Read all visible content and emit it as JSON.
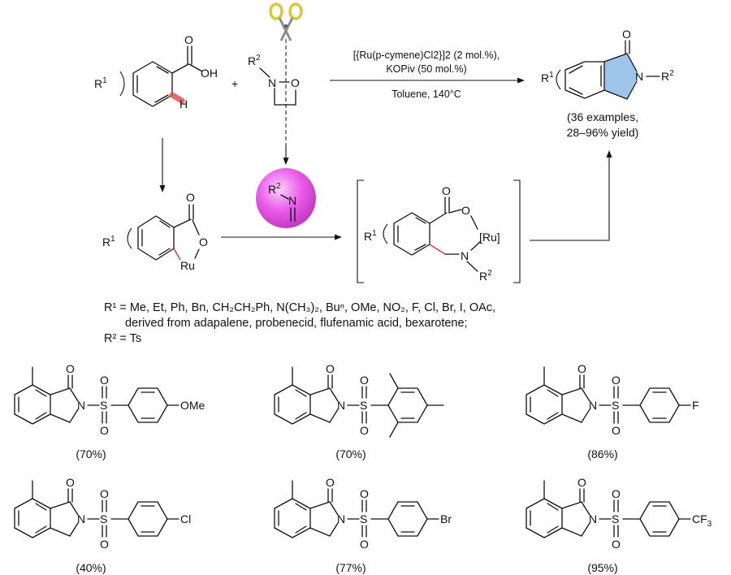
{
  "reaction": {
    "cond_line1": "[{Ru(p-cymene)Cl2}]2 (2 mol.%),",
    "cond_line2": "KOPiv (50 mol.%)",
    "cond_line3": "Toluene, 140°C",
    "plus": "+",
    "product_examples": "(36 examples,",
    "product_yield_range": "28–96% yield)"
  },
  "substituents": {
    "r1_line1": "R¹ = Me, Et, Ph, Bn, CH₂CH₂Ph, N(CH₃)₂, Buⁿ, OMe, NO₂, F, Cl, Br, I, OAc,",
    "r1_line2": "derived from adapalene, probenecid, flufenamic acid, bexarotene;",
    "r2_line": "R² = Ts"
  },
  "examples": [
    {
      "group": "OMe",
      "yield": "(70%)"
    },
    {
      "group": "mesityl",
      "yield": "(70%)"
    },
    {
      "group": "F",
      "yield": "(86%)"
    },
    {
      "group": "Cl",
      "yield": "(40%)"
    },
    {
      "group": "Br",
      "yield": "(77%)"
    },
    {
      "group": "CF3",
      "yield": "(95%)"
    }
  ],
  "colors": {
    "ch_highlight": "#e65050",
    "product_ring_fill": "#9fc4ea",
    "imine_sphere": "#e85ae8",
    "new_bond": "#d63c3c"
  }
}
